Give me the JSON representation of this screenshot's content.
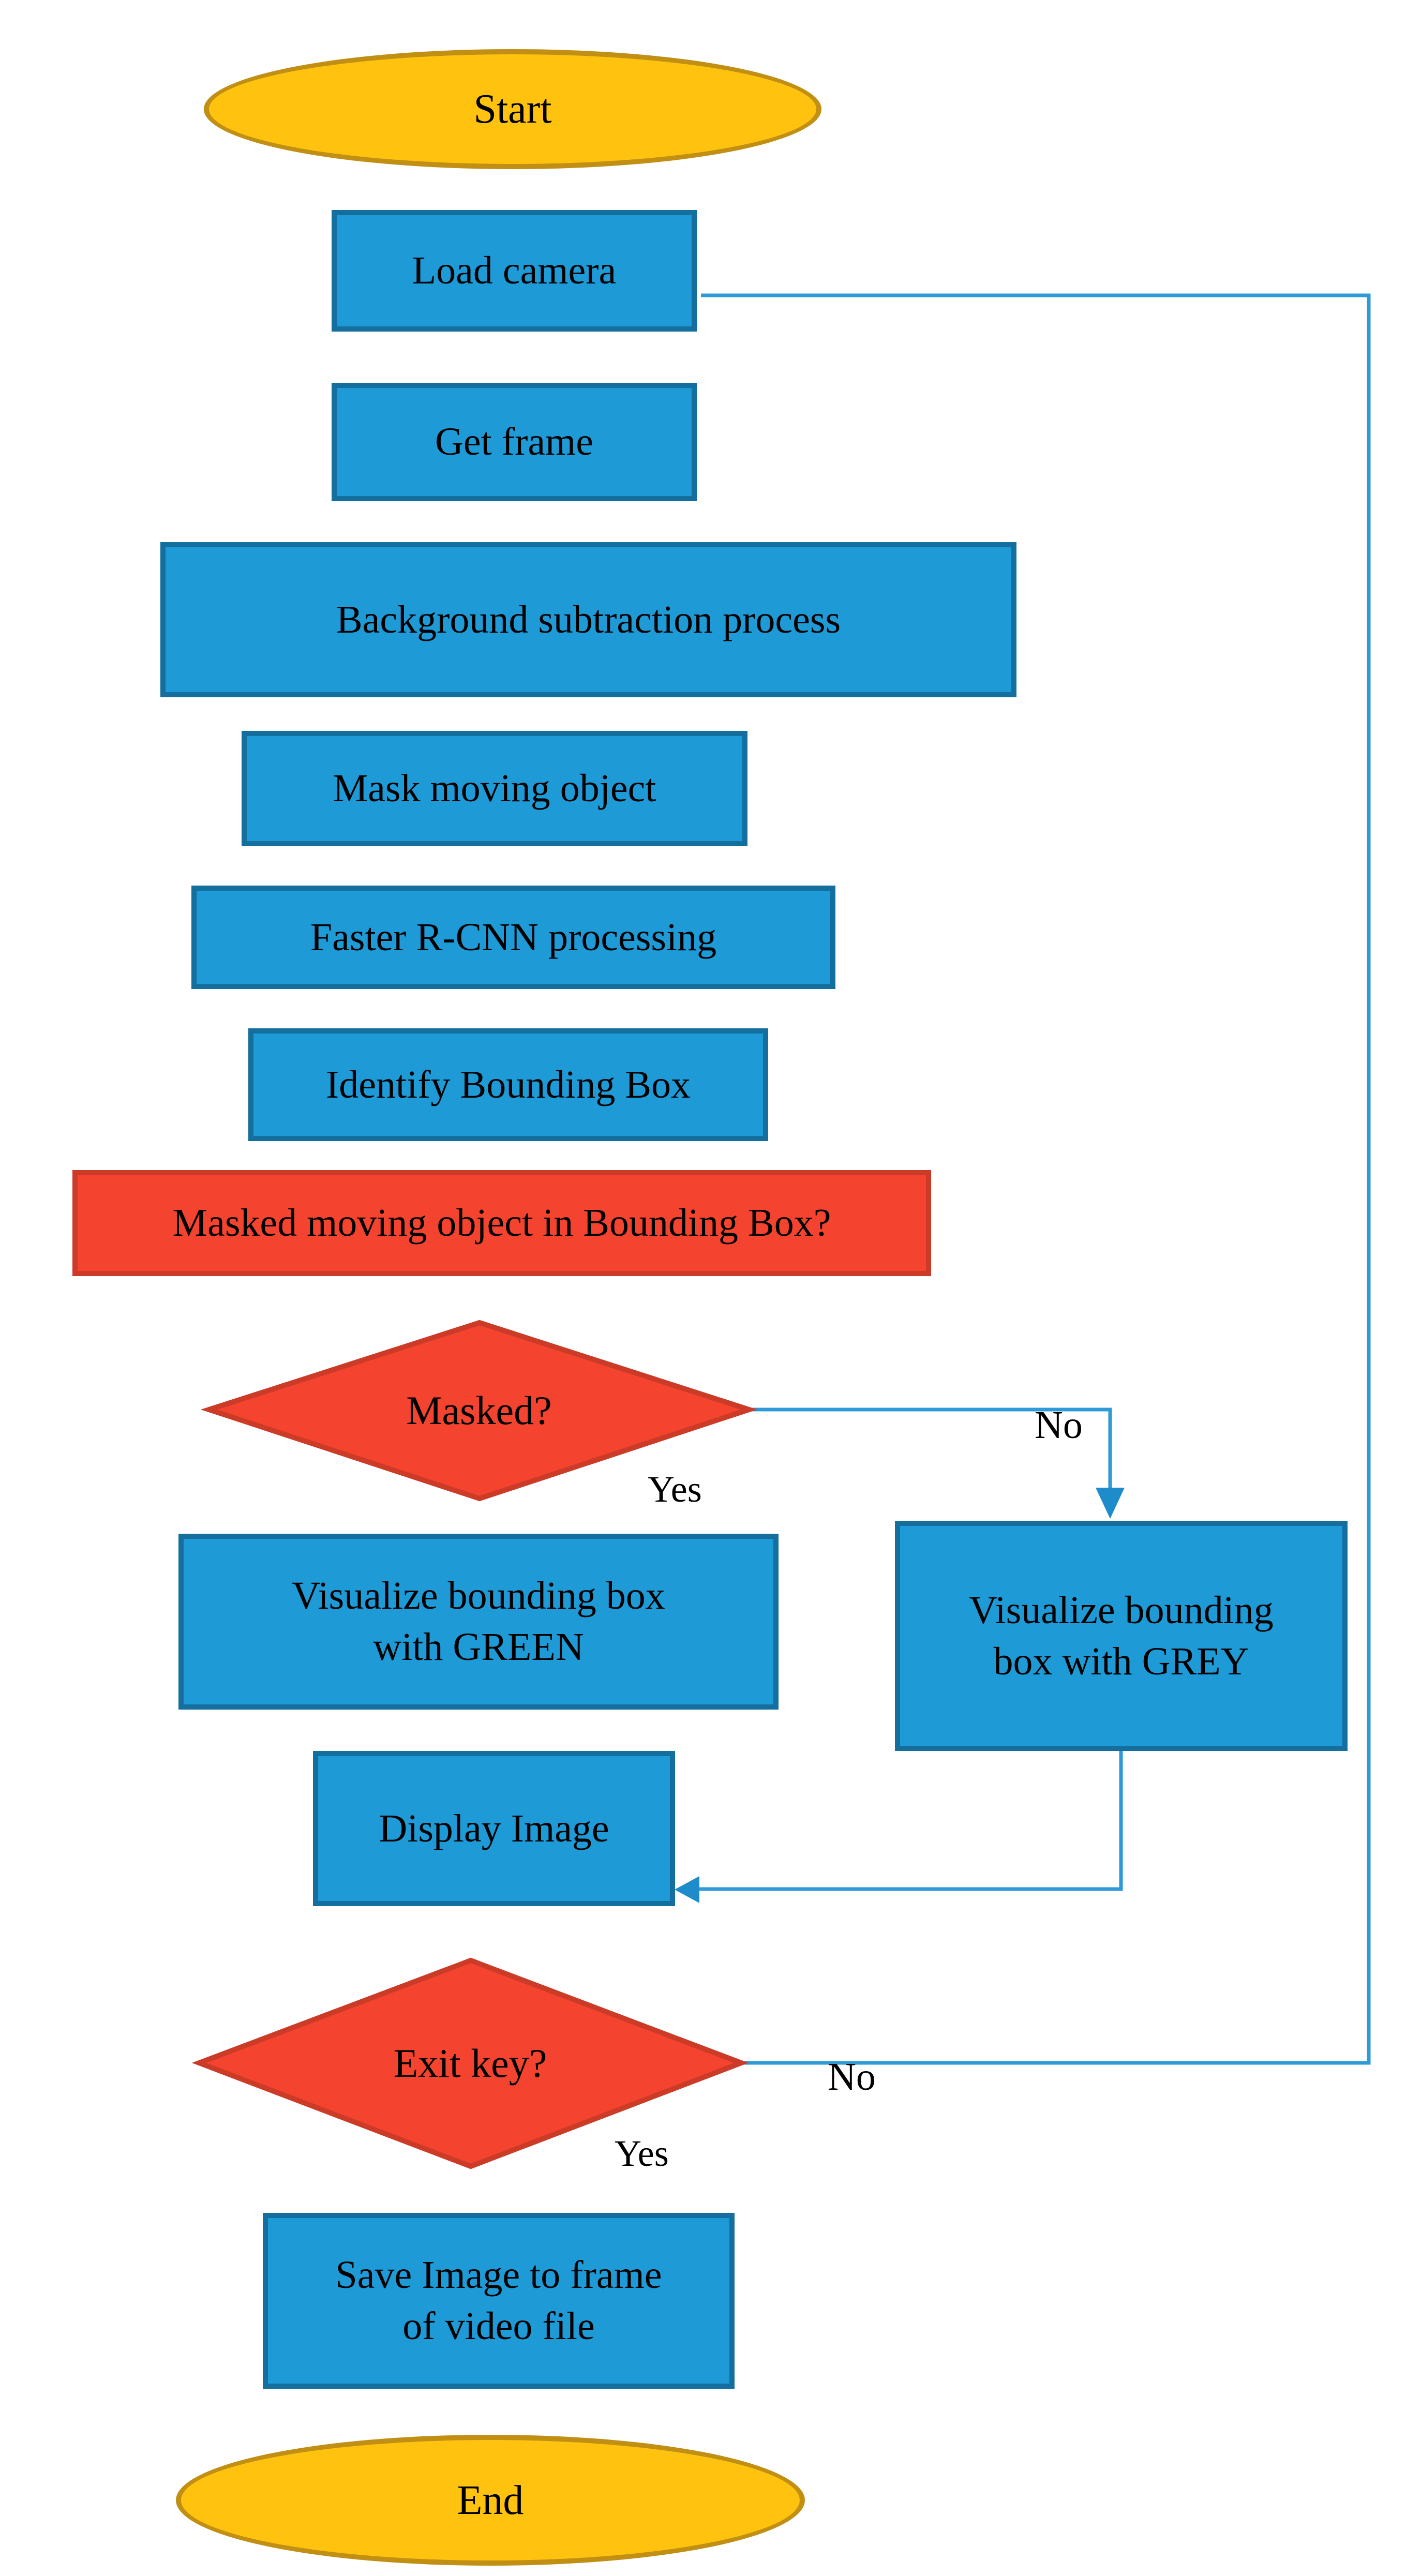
{
  "nodes": {
    "start": {
      "label": "Start"
    },
    "load_camera": {
      "label": "Load camera"
    },
    "get_frame": {
      "label": "Get frame"
    },
    "background_sub": {
      "label": "Background subtraction process"
    },
    "mask_moving": {
      "label": "Mask moving object"
    },
    "faster_rcnn": {
      "label": "Faster R-CNN processing"
    },
    "identify_bbox": {
      "label": "Identify Bounding Box"
    },
    "masked_in_bbox": {
      "label": "Masked moving object in Bounding Box?"
    },
    "masked_decision": {
      "label": "Masked?"
    },
    "visualize_green": {
      "label": "Visualize bounding box\nwith GREEN"
    },
    "visualize_grey": {
      "label": "Visualize bounding\nbox with GREY"
    },
    "display_image": {
      "label": "Display Image"
    },
    "exit_decision": {
      "label": "Exit key?"
    },
    "save_image": {
      "label": "Save Image to frame\nof video file"
    },
    "end": {
      "label": "End"
    }
  },
  "edge_labels": {
    "masked_no": "No",
    "masked_yes": "Yes",
    "exit_no": "No",
    "exit_yes": "Yes"
  },
  "colors": {
    "process_fill": "#1E9AD7",
    "process_border": "#146F9E",
    "decision_fill": "#F4432E",
    "decision_border": "#CC3B27",
    "terminator_fill": "#FFC20E",
    "terminator_border": "#C18F14",
    "connector": "#2E9BD8",
    "arrowhead": "#1E8CCB",
    "text": "#000000",
    "background": "#FFFFFF"
  }
}
